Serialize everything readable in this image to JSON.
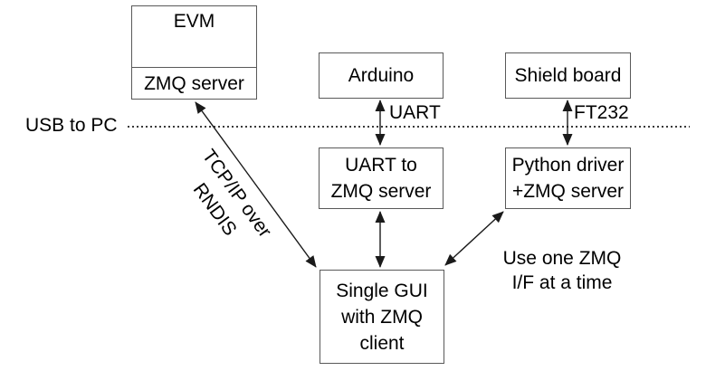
{
  "diagram": {
    "boxes": {
      "evm": {
        "title": "EVM",
        "subtitle": "ZMQ server"
      },
      "arduino": {
        "label": "Arduino"
      },
      "shield_board": {
        "label": "Shield board"
      },
      "uart_to_zmq": {
        "line1": "UART to",
        "line2": "ZMQ server"
      },
      "python_driver": {
        "line1": "Python driver",
        "line2": "+ZMQ server"
      },
      "single_gui": {
        "line1": "Single GUI",
        "line2": "with ZMQ",
        "line3": "client"
      }
    },
    "edge_labels": {
      "usb_to_pc": "USB to PC",
      "uart": "UART",
      "ft232": "FT232",
      "tcpip_line1": "TCP/IP over",
      "tcpip_line2": "RNDIS",
      "note_line1": "Use one ZMQ",
      "note_line2": "I/F at a time"
    },
    "colors": {
      "box_border": "#595959",
      "arrow": "#1a1a1a",
      "dotted_line": "#3a3a3a",
      "text": "#000000",
      "background": "#ffffff"
    }
  }
}
